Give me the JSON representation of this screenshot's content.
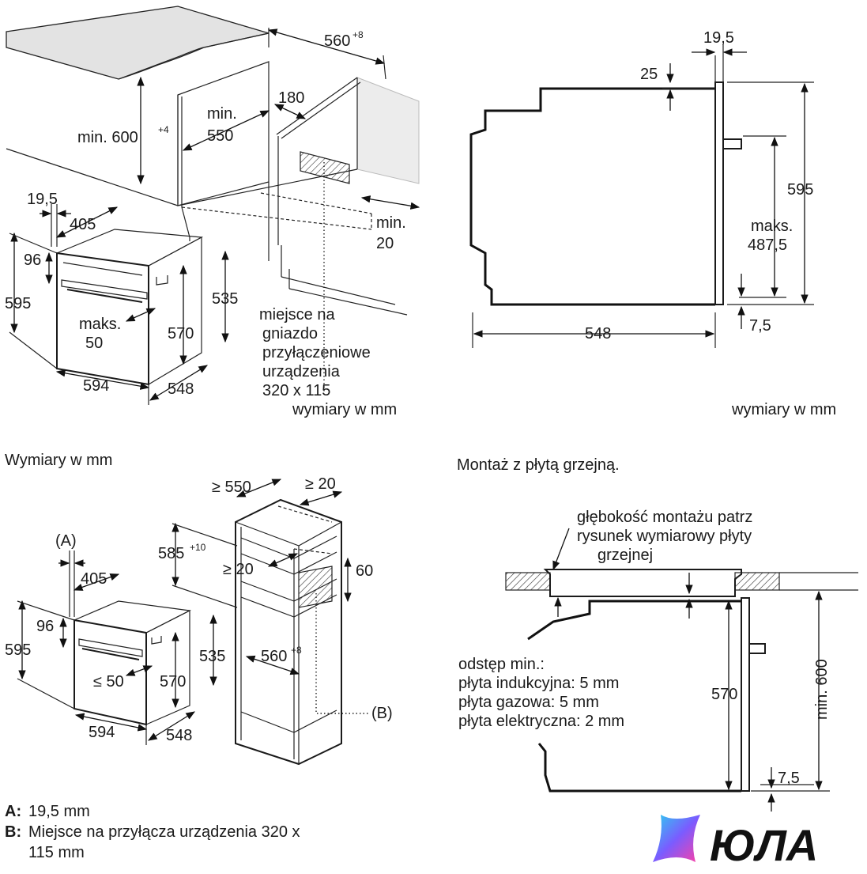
{
  "top_left": {
    "dims": {
      "d560": "560",
      "d560_sup": "+8",
      "d180": "180",
      "min600": "min. 600",
      "min600_sup": "+4",
      "min550_a": "min.",
      "min550_b": "550",
      "d19_5": "19,5",
      "d405": "405",
      "d96": "96",
      "d595": "595",
      "maks_a": "maks.",
      "maks_b": "50",
      "d570": "570",
      "d535": "535",
      "d594": "594",
      "d548": "548",
      "min20_a": "min.",
      "min20_b": "20"
    },
    "socket_note": [
      "miejsce na",
      "gniazdo",
      "przyłączeniowe",
      "urządzenia",
      "320 x 115"
    ],
    "units": "wymiary w mm"
  },
  "top_right": {
    "dims": {
      "d19_5": "19,5",
      "d25": "25",
      "d595": "595",
      "maks_a": "maks.",
      "maks_b": "487,5",
      "d548": "548",
      "d7_5": "7,5"
    },
    "units": "wymiary w mm"
  },
  "bottom_left": {
    "title": "Wymiary w mm",
    "dims": {
      "d550": "≥ 550",
      "d20a": "≥ 20",
      "d585": "585",
      "d585_sup": "+10",
      "d20b": "≥ 20",
      "d60": "60",
      "A": "(A)",
      "d405": "405",
      "d96": "96",
      "d595": "595",
      "d535": "535",
      "d560": "560",
      "d560_sup": "+8",
      "le50": "≤ 50",
      "d570": "570",
      "B": "(B)",
      "d594": "594",
      "d548": "548"
    },
    "legend": [
      {
        "key": "A:",
        "text": "19,5 mm"
      },
      {
        "key": "B:",
        "text": "Miejsce na przyłącza urządzenia 320 x",
        "text2": "115 mm"
      }
    ]
  },
  "bottom_right": {
    "title": "Montaż z płytą grzejną.",
    "note": [
      "głębokość montażu patrz",
      "rysunek wymiarowy płyty",
      "grzejnej"
    ],
    "gap": [
      "odstęp min.:",
      "płyta indukcyjna: 5 mm",
      "płyta gazowa: 5 mm",
      "płyta elektryczna: 2 mm"
    ],
    "dims": {
      "d570": "570",
      "min600": "min. 600",
      "d7_5": "7,5"
    }
  },
  "logo": {
    "text": "ЮЛА",
    "accent_colors": [
      "#2ad1f0",
      "#7a5cff",
      "#ff3fa4"
    ]
  }
}
